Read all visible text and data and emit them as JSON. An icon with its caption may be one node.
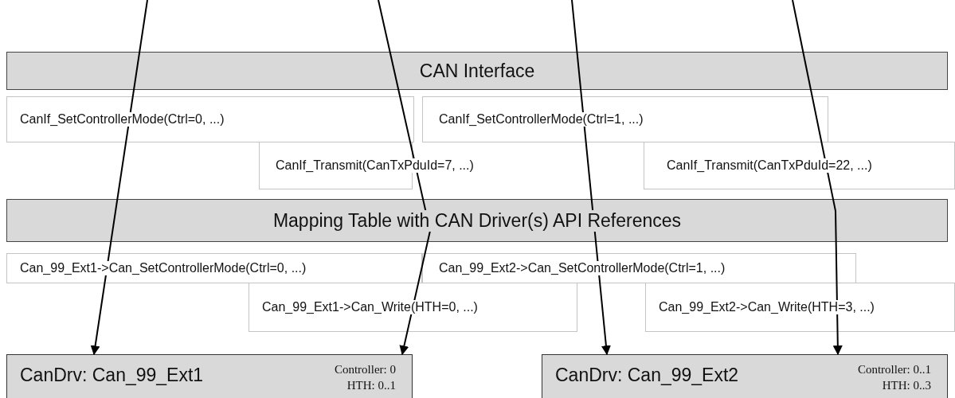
{
  "diagram": {
    "nodes": [
      {
        "text": [
          "CAN Interface"
        ]
      },
      {
        "text": [
          "CanIf_SetControllerMode(Ctrl=0, ...)"
        ]
      },
      {
        "text": [
          "CanIf_SetControllerMode(Ctrl=1, ...)"
        ]
      },
      {
        "text": [
          "CanIf_Transmit(CanTxPduId=7, ...)"
        ]
      },
      {
        "text": [
          "CanIf_Transmit(CanTxPduId=22, ...)"
        ]
      },
      {
        "text": [
          "Mapping Table with CAN Driver(s) API References"
        ]
      },
      {
        "text": [
          "Can_99_Ext1->Can_SetControllerMode(Ctrl=0, ...)"
        ]
      },
      {
        "text": [
          "Can_99_Ext2->Can_SetControllerMode(Ctrl=1, ...)"
        ]
      },
      {
        "text": [
          "Can_99_Ext1->Can_Write(HTH=0, ...)"
        ]
      },
      {
        "text": [
          "Can_99_Ext2->Can_Write(HTH=3, ...)"
        ]
      },
      {
        "text": [
          "CanDrv: Can_99_Ext1",
          "Controller: 0",
          "HTH: 0..1"
        ]
      },
      {
        "text": [
          "CanDrv: Can_99_Ext2",
          "Controller: 0..1",
          "HTH: 0..3"
        ]
      }
    ],
    "edges": [
      {
        "from": null,
        "to": 10,
        "arrow": "to"
      },
      {
        "from": null,
        "to": 10,
        "arrow": "to"
      },
      {
        "from": null,
        "to": 11,
        "arrow": "to"
      },
      {
        "from": null,
        "to": 11,
        "arrow": "to"
      }
    ]
  }
}
